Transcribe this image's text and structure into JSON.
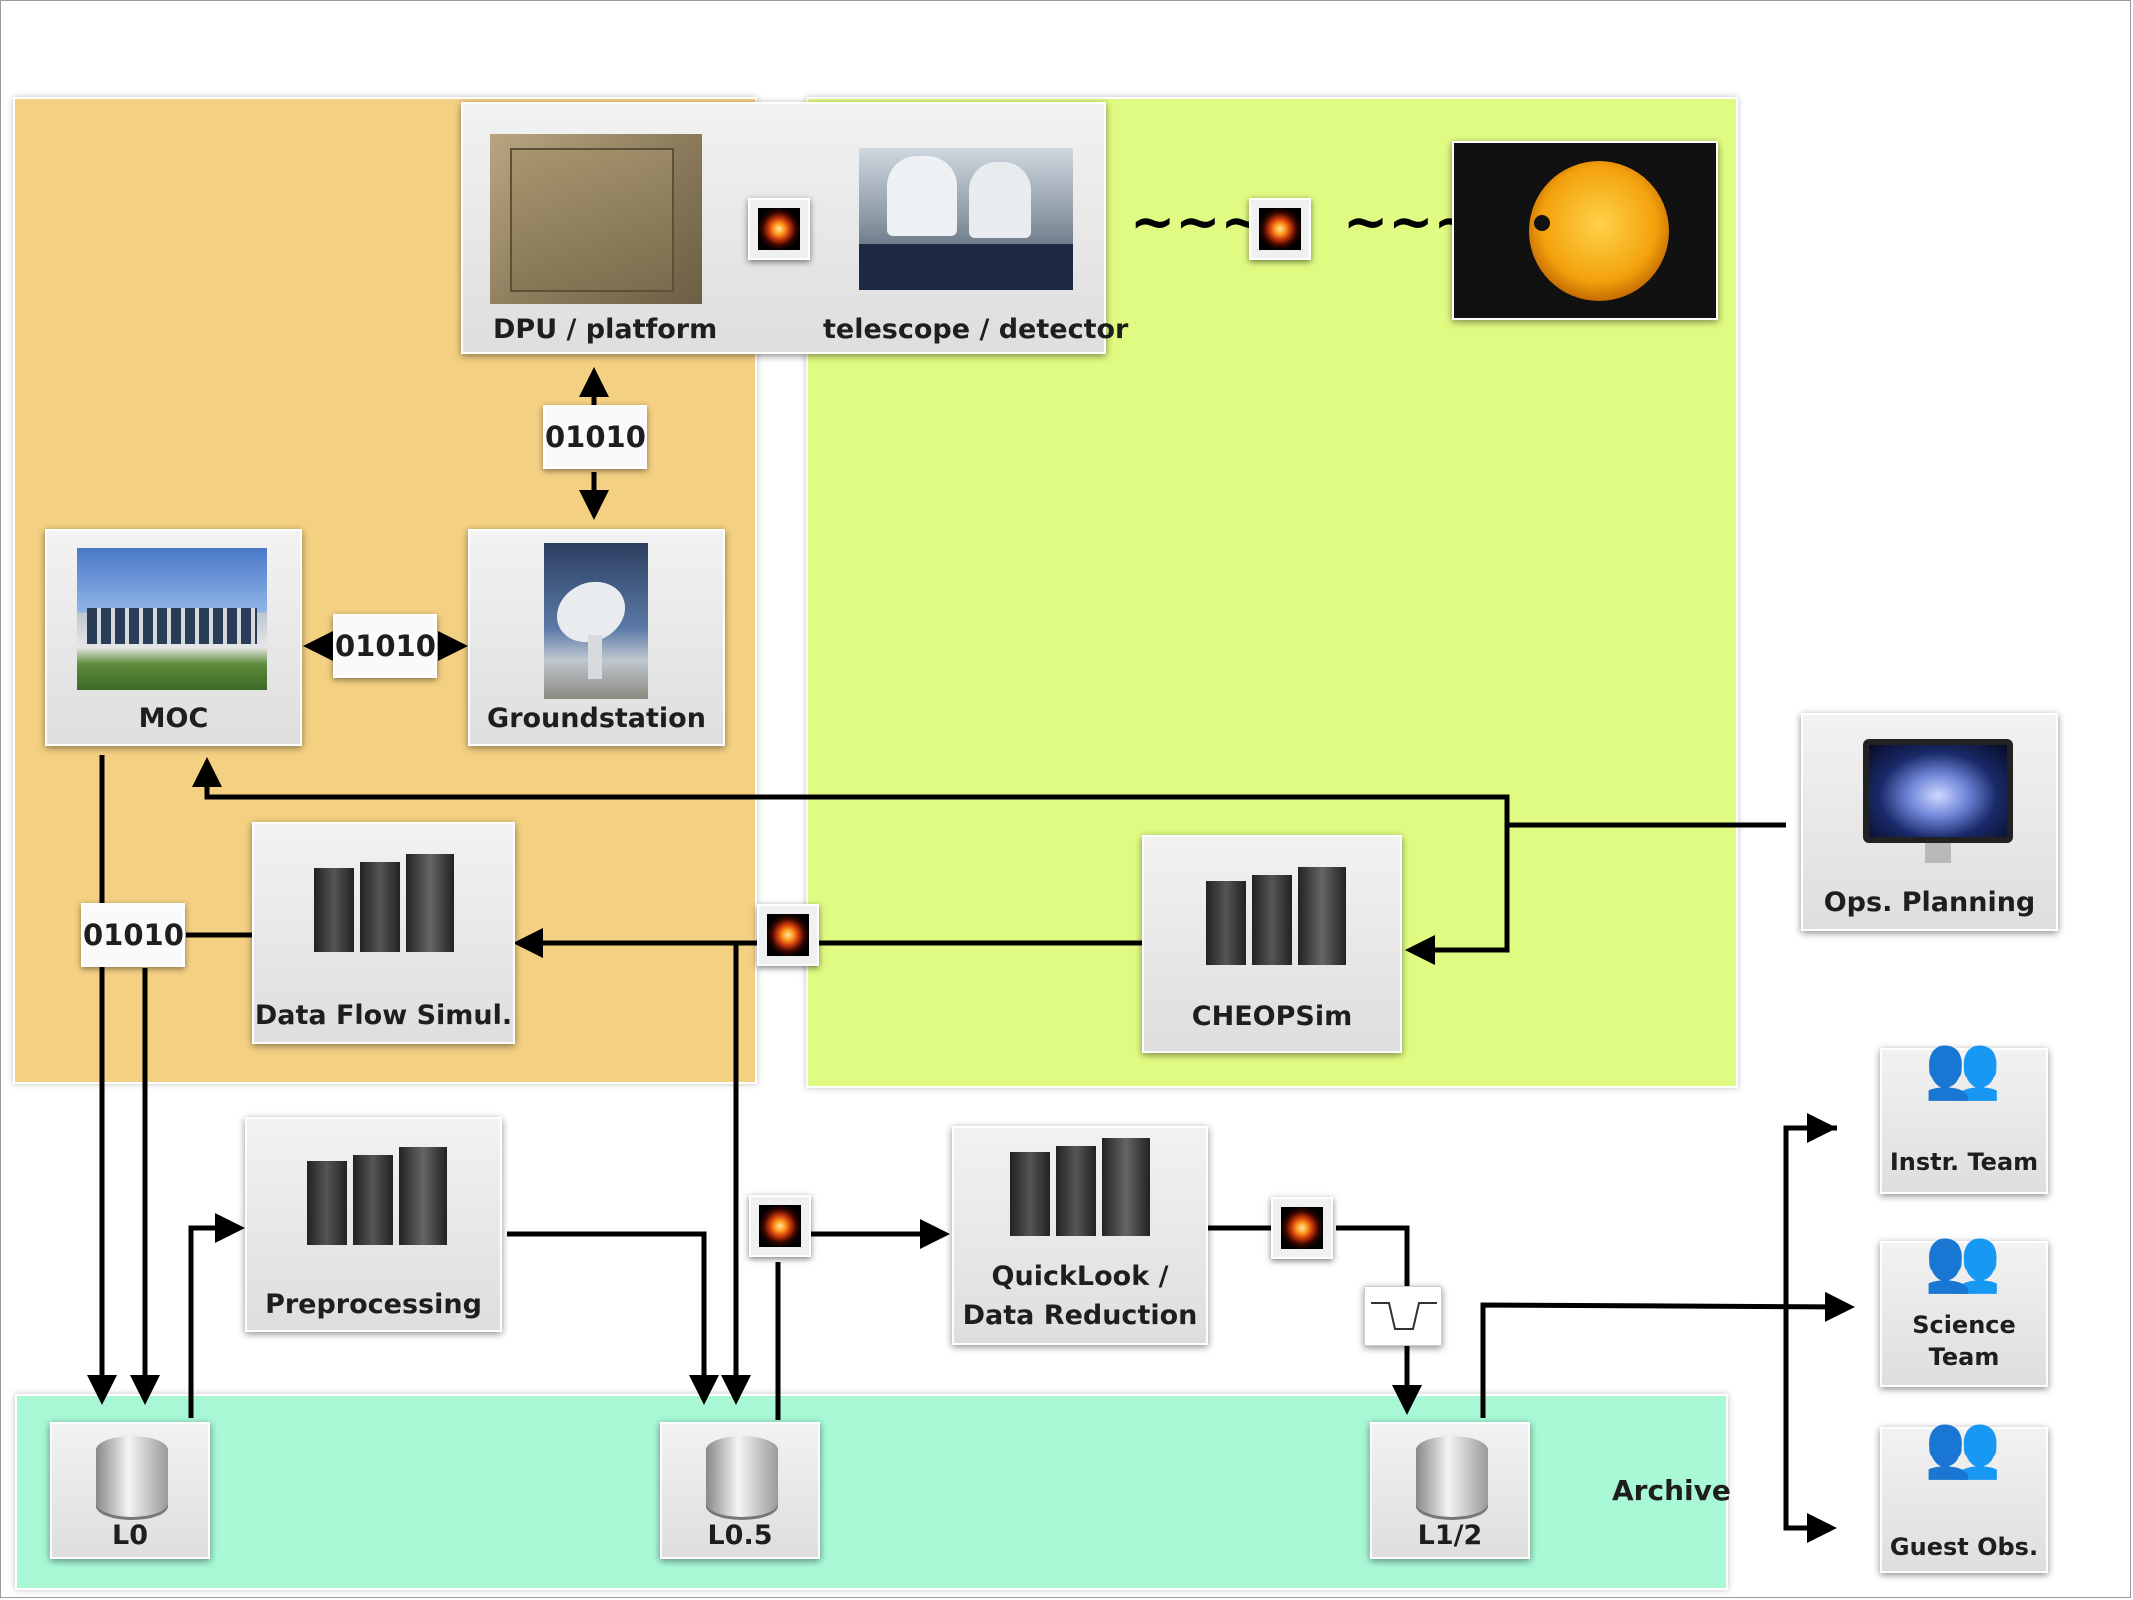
{
  "labels": {
    "dpu": "DPU / platform",
    "telescope": "telescope / detector",
    "moc": "MOC",
    "groundstation": "Groundstation",
    "ops_planning": "Ops. Planning",
    "data_flow_simul": "Data Flow Simul.",
    "cheopsim": "CHEOPSim",
    "preprocessing": "Preprocessing",
    "quicklook_1": "QuickLook /",
    "quicklook_2": "Data Reduction",
    "instr_team": "Instr. Team",
    "science_team_1": "Science",
    "science_team_2": "Team",
    "guest_obs": "Guest Obs.",
    "l0": "L0",
    "l05": "L0.5",
    "l12": "L1/2",
    "archive": "Archive"
  },
  "bits": {
    "dpu_ground": "01010",
    "moc_ground": "01010",
    "moc_dfs": "01010"
  },
  "waves": {
    "left": "~~~",
    "right": "~~~"
  },
  "colors": {
    "mission_region": "#f4d083",
    "simulation_region": "#e0fb82",
    "archive_region": "#a8f8d6",
    "connector": "#000000"
  }
}
